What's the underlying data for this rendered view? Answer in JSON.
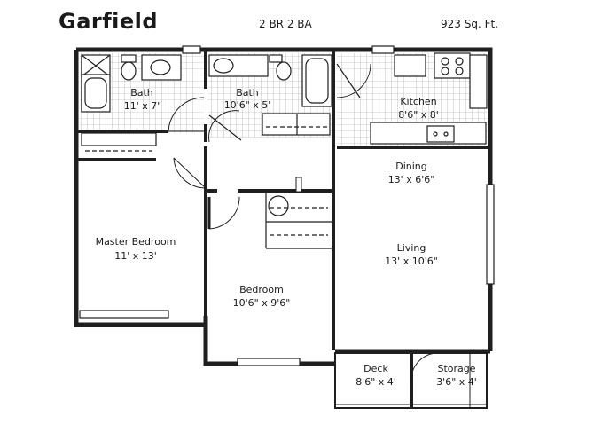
{
  "plan": {
    "name": "Garfield",
    "bedrooms_baths": "2 BR 2 BA",
    "area": "923 Sq. Ft."
  },
  "rooms": {
    "bath1": {
      "name": "Bath",
      "size": "11' x 7'"
    },
    "bath2": {
      "name": "Bath",
      "size": "10'6\" x 5'"
    },
    "kitchen": {
      "name": "Kitchen",
      "size": "8'6\" x 8'"
    },
    "dining": {
      "name": "Dining",
      "size": "13' x 6'6\""
    },
    "master_bedroom": {
      "name": "Master Bedroom",
      "size": "11' x 13'"
    },
    "living": {
      "name": "Living",
      "size": "13' x 10'6\""
    },
    "bedroom": {
      "name": "Bedroom",
      "size": "10'6\" x 9'6\""
    },
    "deck": {
      "name": "Deck",
      "size": "8'6\" x 4'"
    },
    "storage": {
      "name": "Storage",
      "size": "3'6\" x 4'"
    }
  }
}
